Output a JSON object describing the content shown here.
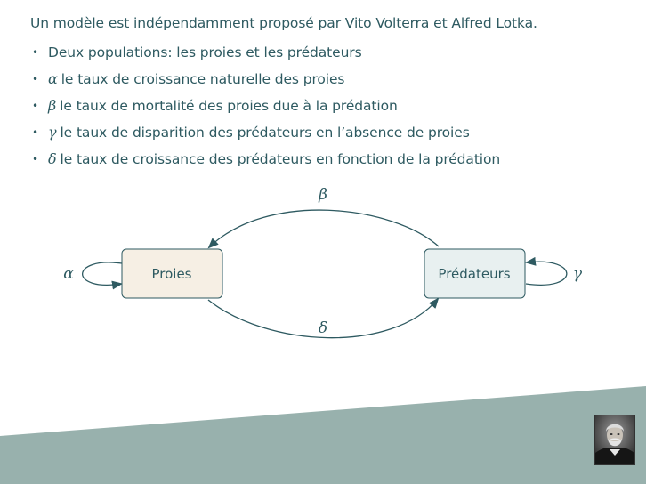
{
  "intro": "Un modèle est indépendamment proposé par Vito Volterra et Alfred Lotka.",
  "bullets": [
    {
      "symbol": "",
      "text": "Deux populations: les proies et les prédateurs"
    },
    {
      "symbol": "α",
      "text": "le taux de croissance naturelle des proies"
    },
    {
      "symbol": "β",
      "text": "le taux de mortalité des proies due à la prédation"
    },
    {
      "symbol": "γ",
      "text": "le taux de disparition des prédateurs en l’absence de proies"
    },
    {
      "symbol": "δ",
      "text": "le taux de croissance des prédateurs en fonction de la prédation"
    }
  ],
  "diagram": {
    "prey_label": "Proies",
    "predator_label": "Prédateurs",
    "alpha": "α",
    "beta": "β",
    "gamma": "γ",
    "delta": "δ"
  },
  "colors": {
    "text": "#2e5a61",
    "prey_fill": "#f6efe4",
    "predator_fill": "#e8f0f0",
    "band": "#98b1ad",
    "arrow": "#2e5a61"
  },
  "images": {
    "portrait": "portrait-photo"
  }
}
